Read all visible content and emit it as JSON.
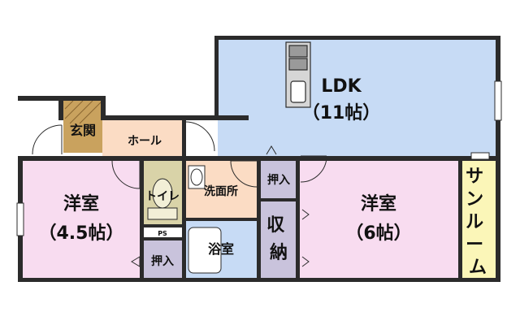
{
  "rooms": {
    "ldk": {
      "name": "LDK",
      "size": "（11帖）",
      "color": "#c7dbf5"
    },
    "entrance": {
      "name": "玄関",
      "color": "#c9a25e"
    },
    "hall": {
      "name": "ホール",
      "color": "#fbdcc4"
    },
    "western_a": {
      "name": "洋室",
      "size": "（4.5帖）",
      "color": "#f8dcf0"
    },
    "toilet": {
      "name": "トイレ",
      "color": "#d9d3a8"
    },
    "washroom": {
      "name": "洗面所",
      "color": "#fbdcc4"
    },
    "closet_upper": {
      "name": "押入",
      "color": "#c9c3dc"
    },
    "storage": {
      "name": "収納",
      "color": "#c9c3dc"
    },
    "western_b": {
      "name": "洋室",
      "size": "（6帖）",
      "color": "#f8dcf0"
    },
    "sunroom": {
      "name": "サンルーム",
      "color": "#fbf6b8"
    },
    "bath": {
      "name": "浴室",
      "color": "#c7dbf5"
    },
    "closet_lower": {
      "name": "押入",
      "color": "#c9c3dc"
    },
    "ps": {
      "name": "PS"
    }
  },
  "colors": {
    "wall": "#2b2b2b"
  }
}
